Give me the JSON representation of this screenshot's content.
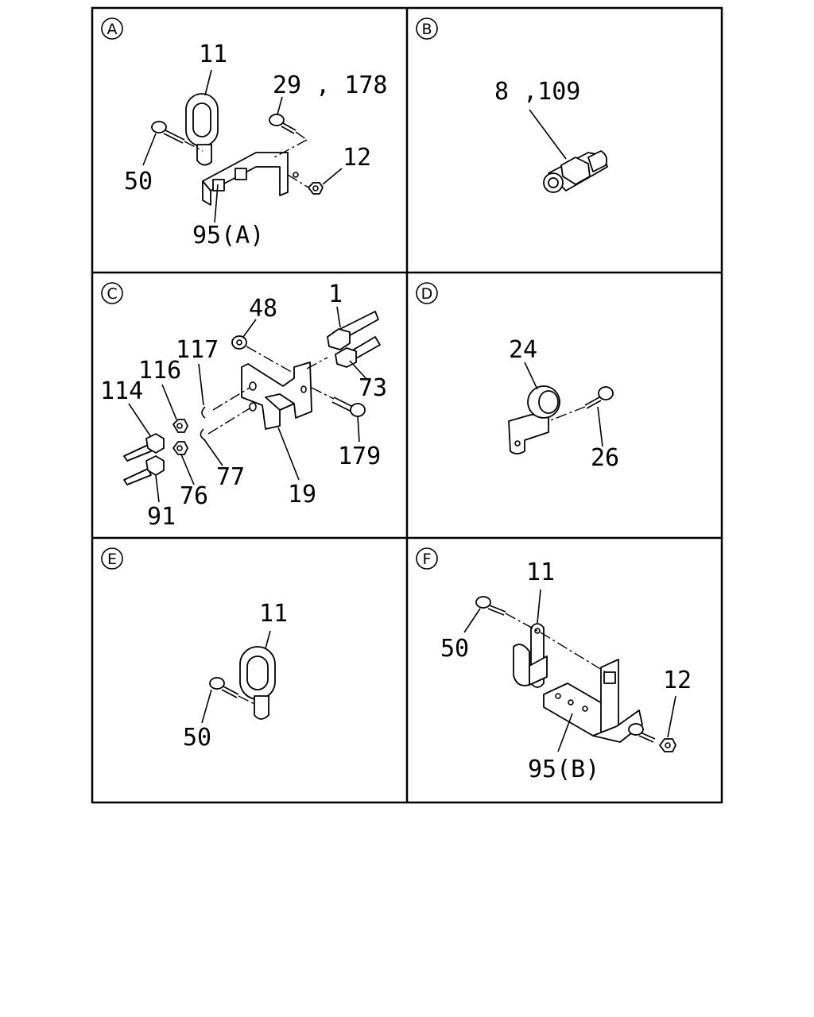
{
  "panels": [
    {
      "id": "A",
      "circle_label": "A",
      "callouts": [
        "11",
        "29 , 178",
        "50",
        "12",
        "95(A)"
      ]
    },
    {
      "id": "B",
      "circle_label": "B",
      "callouts": [
        "8 ,109"
      ]
    },
    {
      "id": "C",
      "circle_label": "C",
      "callouts": [
        "48",
        "1",
        "117",
        "116",
        "114",
        "73",
        "179",
        "77",
        "76",
        "91",
        "19"
      ]
    },
    {
      "id": "D",
      "circle_label": "D",
      "callouts": [
        "24",
        "26"
      ]
    },
    {
      "id": "E",
      "circle_label": "E",
      "callouts": [
        "11",
        "50"
      ]
    },
    {
      "id": "F",
      "circle_label": "F",
      "callouts": [
        "11",
        "50",
        "12",
        "95(B)"
      ]
    }
  ]
}
